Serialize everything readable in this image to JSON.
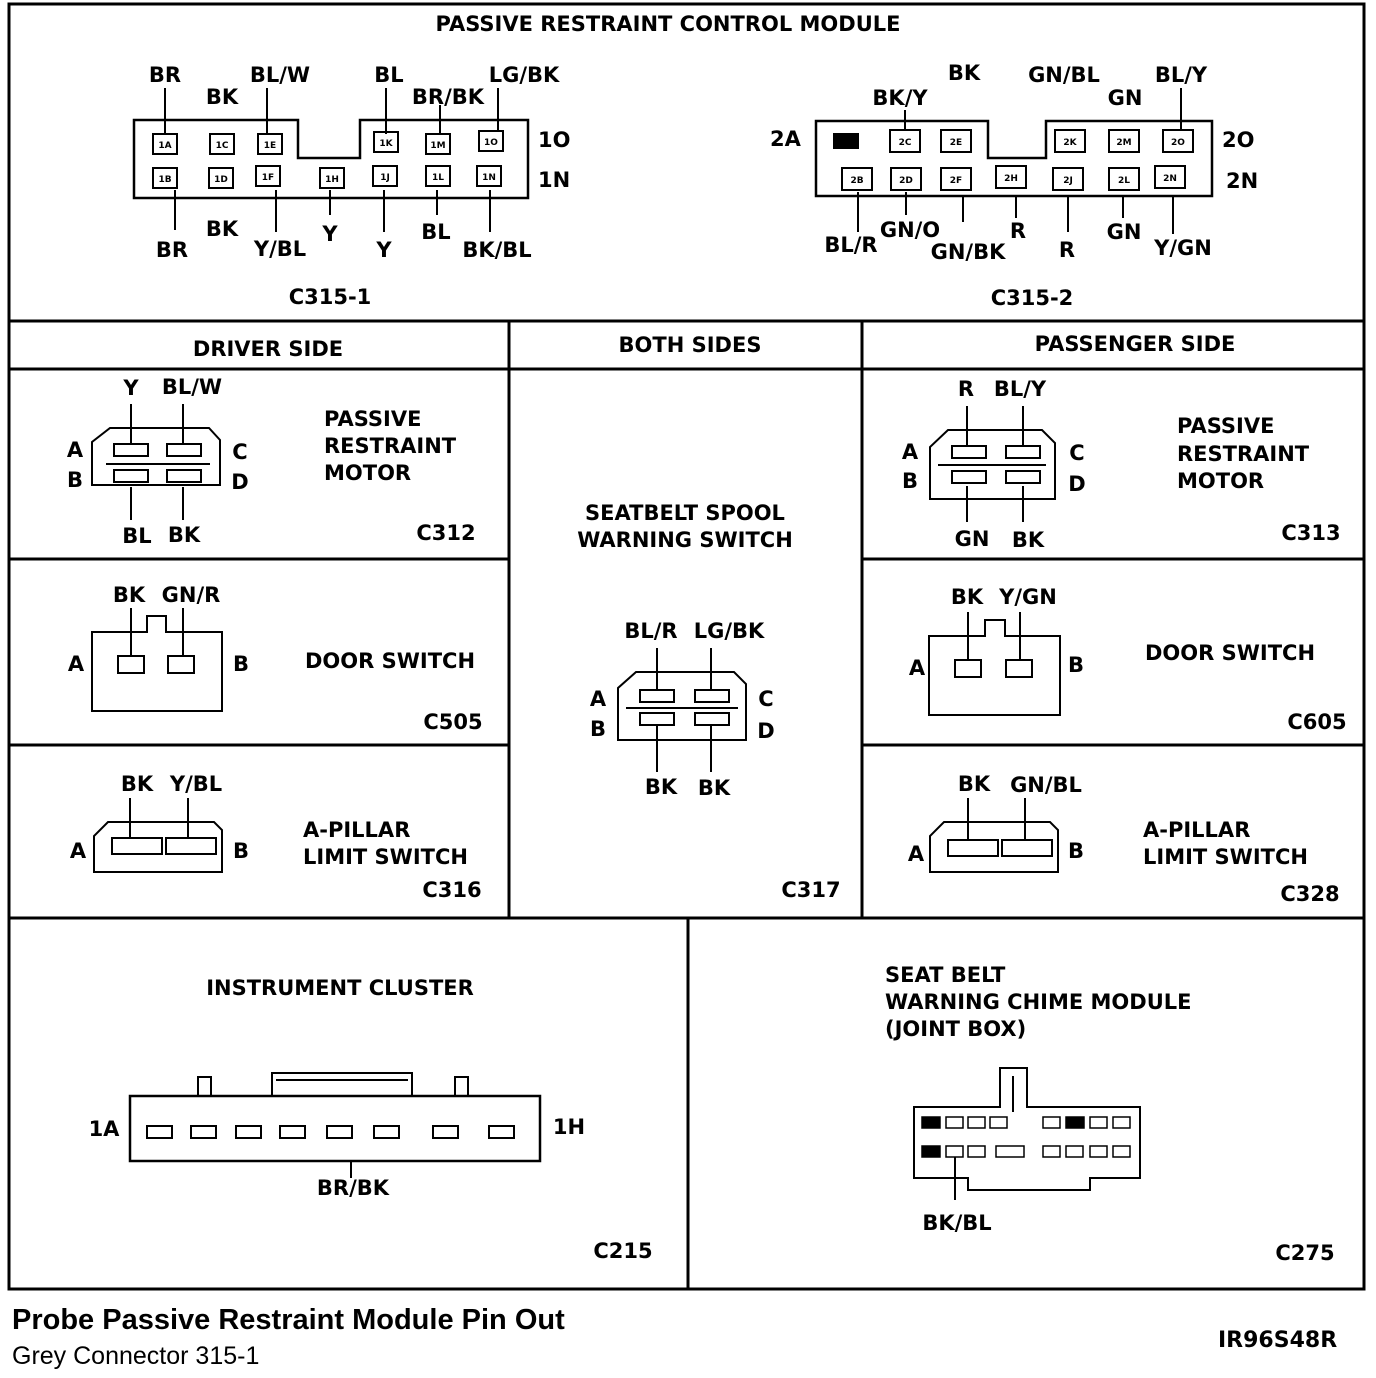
{
  "header": {
    "title": "PASSIVE RESTRAINT CONTROL MODULE"
  },
  "c3151": {
    "name": "C315-1",
    "side_top": "1O",
    "side_bot": "1N",
    "top_pins": [
      "1A",
      "1C",
      "1E",
      "1K",
      "1M",
      "1O"
    ],
    "bot_pins": [
      "1B",
      "1D",
      "1F",
      "1H",
      "1J",
      "1L",
      "1N"
    ],
    "top_wires": [
      "BR",
      "BK",
      "BL/W",
      "BL",
      "BR/BK",
      "LG/BK"
    ],
    "bot_wires": [
      "BR",
      "BK",
      "Y/BL",
      "Y",
      "Y",
      "BL",
      "BK/BL"
    ]
  },
  "c3152": {
    "name": "C315-2",
    "side_left": "2A",
    "side_top": "2O",
    "side_bot": "2N",
    "top_pins": [
      "2C",
      "2E",
      "2K",
      "2M",
      "2O"
    ],
    "bot_pins": [
      "2B",
      "2D",
      "2F",
      "2H",
      "2J",
      "2L",
      "2N"
    ],
    "top_wires": [
      "BK/Y",
      "BK",
      "GN/BL",
      "GN",
      "BL/Y"
    ],
    "bot_wires": [
      "BL/R",
      "GN/O",
      "GN/BK",
      "R",
      "R",
      "GN",
      "Y/GN"
    ]
  },
  "sections": {
    "driver": "DRIVER SIDE",
    "both": "BOTH SIDES",
    "passenger": "PASSENGER SIDE"
  },
  "c312": {
    "id": "C312",
    "title1": "PASSIVE",
    "title2": "RESTRAINT",
    "title3": "MOTOR",
    "w_tl": "Y",
    "w_tr": "BL/W",
    "w_bl": "BL",
    "w_br": "BK",
    "a": "A",
    "b": "B",
    "c": "C",
    "d": "D"
  },
  "c505": {
    "id": "C505",
    "title": "DOOR SWITCH",
    "w_l": "BK",
    "w_r": "GN/R",
    "a": "A",
    "b": "B"
  },
  "c316": {
    "id": "C316",
    "title1": "A-PILLAR",
    "title2": "LIMIT SWITCH",
    "w_l": "BK",
    "w_r": "Y/BL",
    "a": "A",
    "b": "B"
  },
  "c317": {
    "id": "C317",
    "title1": "SEATBELT SPOOL",
    "title2": "WARNING SWITCH",
    "w_tl": "BL/R",
    "w_tr": "LG/BK",
    "w_bl": "BK",
    "w_br": "BK",
    "a": "A",
    "b": "B",
    "c": "C",
    "d": "D"
  },
  "c313": {
    "id": "C313",
    "title1": "PASSIVE",
    "title2": "RESTRAINT",
    "title3": "MOTOR",
    "w_tl": "R",
    "w_tr": "BL/Y",
    "w_bl": "GN",
    "w_br": "BK",
    "a": "A",
    "b": "B",
    "c": "C",
    "d": "D"
  },
  "c605": {
    "id": "C605",
    "title": "DOOR SWITCH",
    "w_l": "BK",
    "w_r": "Y/GN",
    "a": "A",
    "b": "B"
  },
  "c328": {
    "id": "C328",
    "title1": "A-PILLAR",
    "title2": "LIMIT SWITCH",
    "w_l": "BK",
    "w_r": "GN/BL",
    "a": "A",
    "b": "B"
  },
  "c215": {
    "id": "C215",
    "title": "INSTRUMENT CLUSTER",
    "left": "1A",
    "right": "1H",
    "wire": "BR/BK"
  },
  "c275": {
    "id": "C275",
    "title1": "SEAT BELT",
    "title2": "WARNING CHIME MODULE",
    "title3": "(JOINT BOX)",
    "wire": "BK/BL"
  },
  "footer": {
    "title": "Probe Passive Restraint Module Pin Out",
    "subtitle": "Grey Connector 315-1",
    "code": "IR96S48R"
  }
}
